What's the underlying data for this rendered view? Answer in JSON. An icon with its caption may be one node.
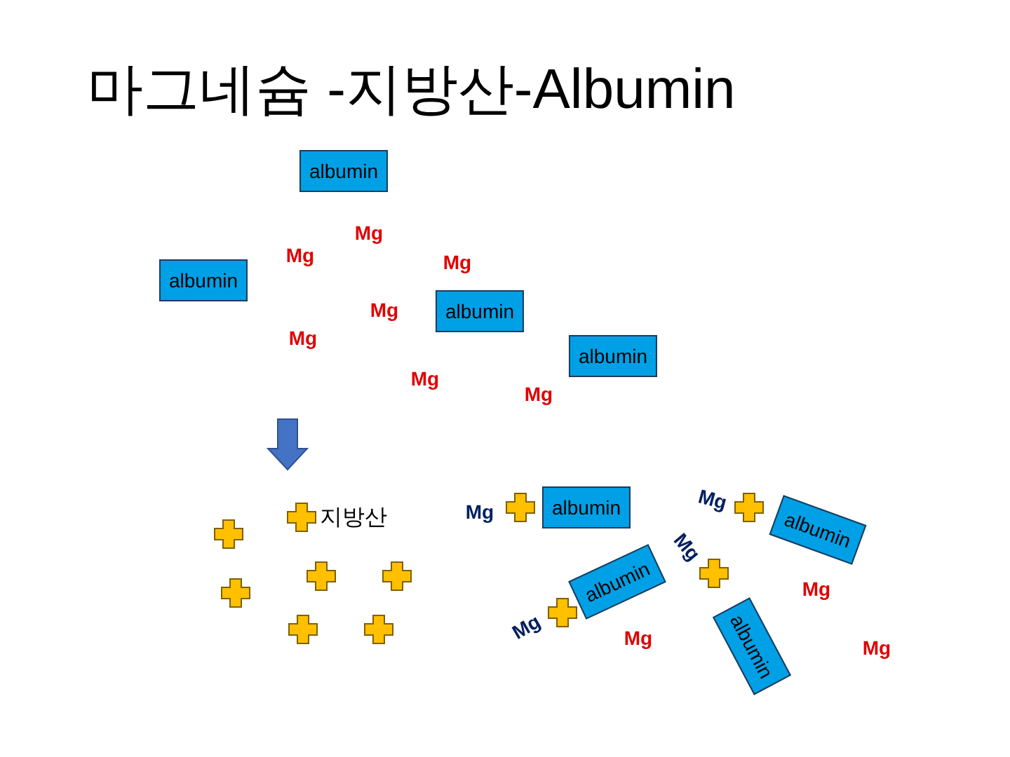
{
  "diagram": {
    "title": "마그네슘 -지방산-Albumin",
    "nodes": [
      {
        "text": [
          "albumin"
        ]
      },
      {
        "text": [
          "albumin"
        ]
      },
      {
        "text": [
          "albumin"
        ]
      },
      {
        "text": [
          "albumin"
        ]
      },
      {
        "text": [],
        "shape": "cross"
      },
      {
        "text": [],
        "shape": "cross",
        "beside": [
          "지방산"
        ]
      },
      {
        "text": [],
        "shape": "cross"
      },
      {
        "text": [],
        "shape": "cross"
      },
      {
        "text": [],
        "shape": "cross"
      },
      {
        "text": [],
        "shape": "cross"
      },
      {
        "text": [],
        "shape": "cross"
      },
      {
        "text": [
          "albumin"
        ]
      },
      {
        "text": [
          "albumin"
        ]
      },
      {
        "text": [
          "albumin"
        ]
      },
      {
        "text": [
          "albumin"
        ]
      },
      {
        "text": [],
        "shape": "cross"
      },
      {
        "text": [],
        "shape": "cross"
      },
      {
        "text": [],
        "shape": "cross"
      },
      {
        "text": [],
        "shape": "cross"
      }
    ],
    "edges": [],
    "labels": [
      "Mg",
      "Mg",
      "Mg",
      "Mg",
      "Mg",
      "Mg",
      "Mg",
      "Mg",
      "Mg",
      "Mg",
      "Mg",
      "Mg",
      "Mg",
      "Mg"
    ]
  }
}
